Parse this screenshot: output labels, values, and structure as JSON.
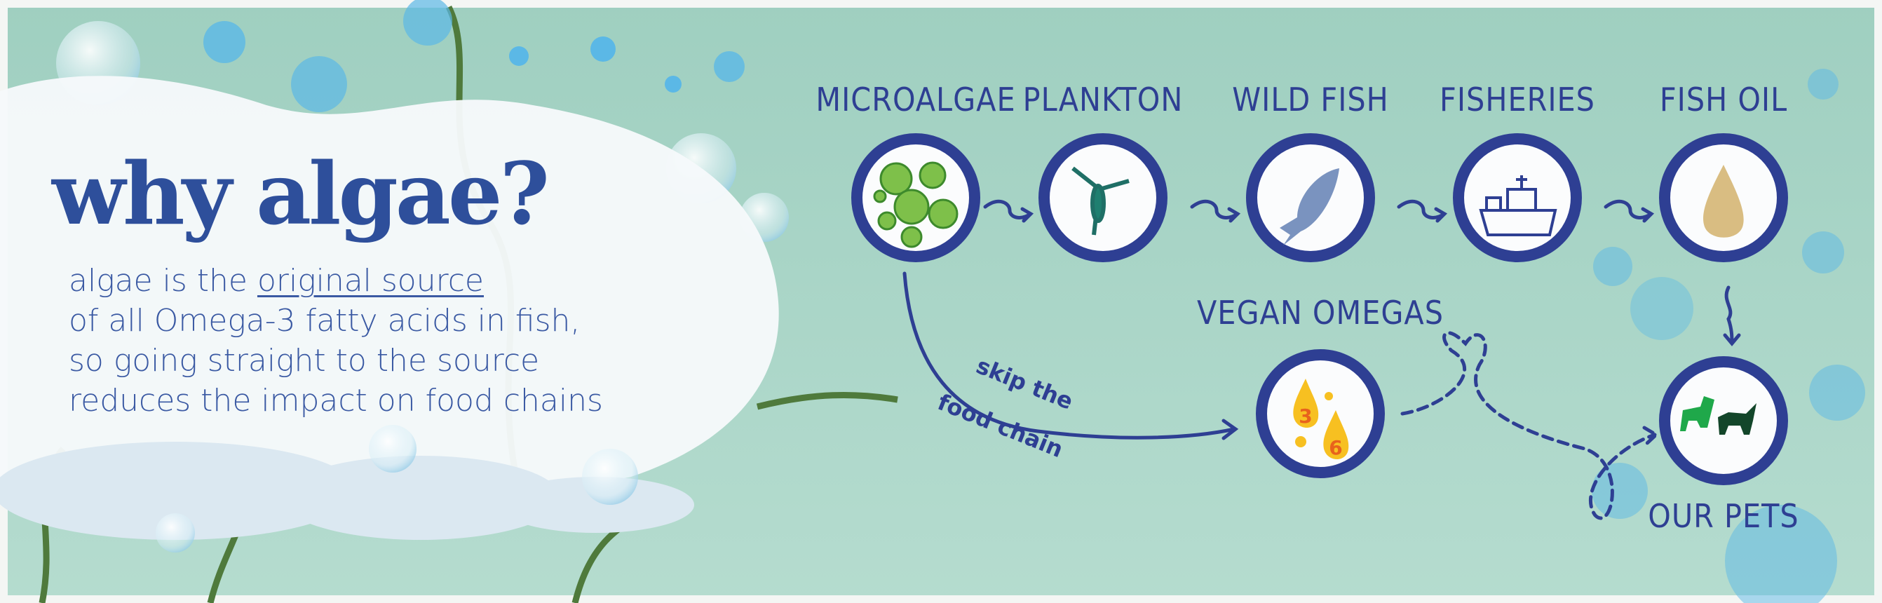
{
  "heading": "why algae?",
  "body": {
    "line1_prefix": "algae is the ",
    "line1_link": "original source",
    "line2": "of all Omega-3 fatty acids in fish,",
    "line3": "so going straight to the source",
    "line4": "reduces the impact on food chains"
  },
  "chain": [
    {
      "label": "MICROALGAE",
      "icon": "microalgae-icon"
    },
    {
      "label": "PLANKTON",
      "icon": "plankton-icon"
    },
    {
      "label": "WILD FISH",
      "icon": "fish-icon"
    },
    {
      "label": "FISHERIES",
      "icon": "fishing-boat-icon"
    },
    {
      "label": "FISH OIL",
      "icon": "oil-drop-icon"
    }
  ],
  "vegan": {
    "label": "VEGAN OMEGAS",
    "drop1": "3",
    "drop2": "6"
  },
  "pets": {
    "label": "OUR PETS"
  },
  "skip": {
    "line1": "skip the",
    "line2": "food chain"
  },
  "colors": {
    "navy": "#2e3f93",
    "title": "#2e4f9b",
    "water": "#a9d3c6",
    "bubble": "#5bb8e6"
  }
}
